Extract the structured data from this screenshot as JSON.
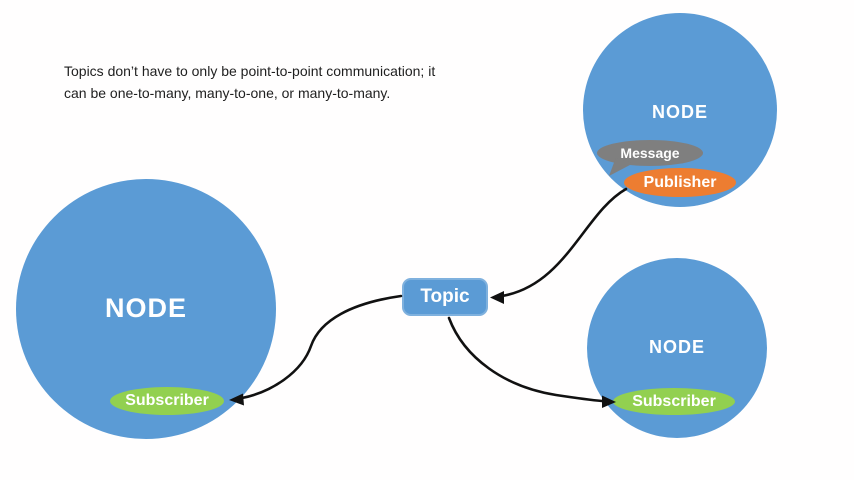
{
  "colors": {
    "node_blue": "#5B9BD5",
    "publisher_orange": "#ED7D31",
    "message_gray": "#7F7F7F",
    "subscriber_green": "#92D050",
    "arrow_black": "#111111",
    "background": "#FFFFFF",
    "caption_text": "#1F1F1F",
    "label_white": "#FFFFFF"
  },
  "caption": {
    "line1": "Topics don’t have to only be point-to-point communication; it",
    "line2": "can be one-to-many, many-to-one, or many-to-many."
  },
  "topic": {
    "label": "Topic"
  },
  "nodes": {
    "left": {
      "label": "NODE",
      "badges": {
        "subscriber": "Subscriber"
      }
    },
    "top_right": {
      "label": "NODE",
      "badges": {
        "message": "Message",
        "publisher": "Publisher"
      }
    },
    "bottom_right": {
      "label": "NODE",
      "badges": {
        "subscriber": "Subscriber"
      }
    }
  },
  "arrows": [
    {
      "name": "publisher-to-topic",
      "from": "publisher",
      "to": "topic"
    },
    {
      "name": "topic-to-left-subscriber",
      "from": "topic",
      "to": "left-subscriber"
    },
    {
      "name": "topic-to-right-subscriber",
      "from": "topic",
      "to": "right-subscriber"
    }
  ]
}
